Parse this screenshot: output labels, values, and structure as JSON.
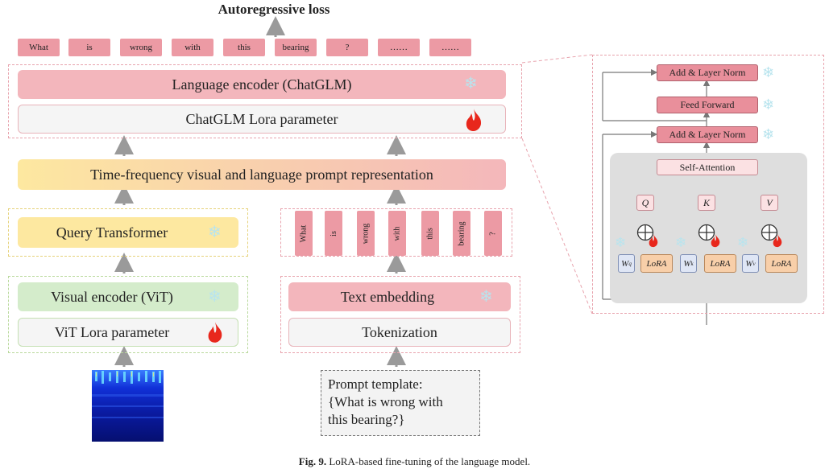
{
  "title": "Autoregressive loss",
  "output_tokens": [
    "What",
    "is",
    "wrong",
    "with",
    "this",
    "bearing",
    "?",
    "……",
    "……"
  ],
  "language_encoder": "Language encoder (ChatGLM)",
  "chatglm_lora": "ChatGLM Lora parameter",
  "prompt_representation": "Time-frequency visual and language prompt representation",
  "query_transformer": "Query Transformer",
  "input_tokens": [
    "What",
    "is",
    "wrong",
    "with",
    "this",
    "bearing",
    "?"
  ],
  "visual_encoder": "Visual encoder (ViT)",
  "vit_lora": "ViT Lora parameter",
  "text_embedding": "Text embedding",
  "tokenization": "Tokenization",
  "prompt_template": {
    "line1": "Prompt template:",
    "line2": "{What is wrong with",
    "line3": "this bearing?}"
  },
  "transformer_block": {
    "add_norm_top": "Add & Layer Norm",
    "feed_forward": "Feed Forward",
    "add_norm_bottom": "Add & Layer Norm",
    "self_attention": "Self-Attention",
    "q": "Q",
    "k": "K",
    "v": "V",
    "wq": "W",
    "wq_sub": "q",
    "wk": "W",
    "wk_sub": "k",
    "wv": "W",
    "wv_sub": "v",
    "lora": "LoRA"
  },
  "caption_label": "Fig. 9.",
  "caption_text": "LoRA-based fine-tuning of the language model.",
  "colors": {
    "pink": "#ec9aa4",
    "yellow": "#fde8a0",
    "green": "#d4eccb",
    "flame": "#e8271c",
    "snow": "#b8e4ee"
  }
}
